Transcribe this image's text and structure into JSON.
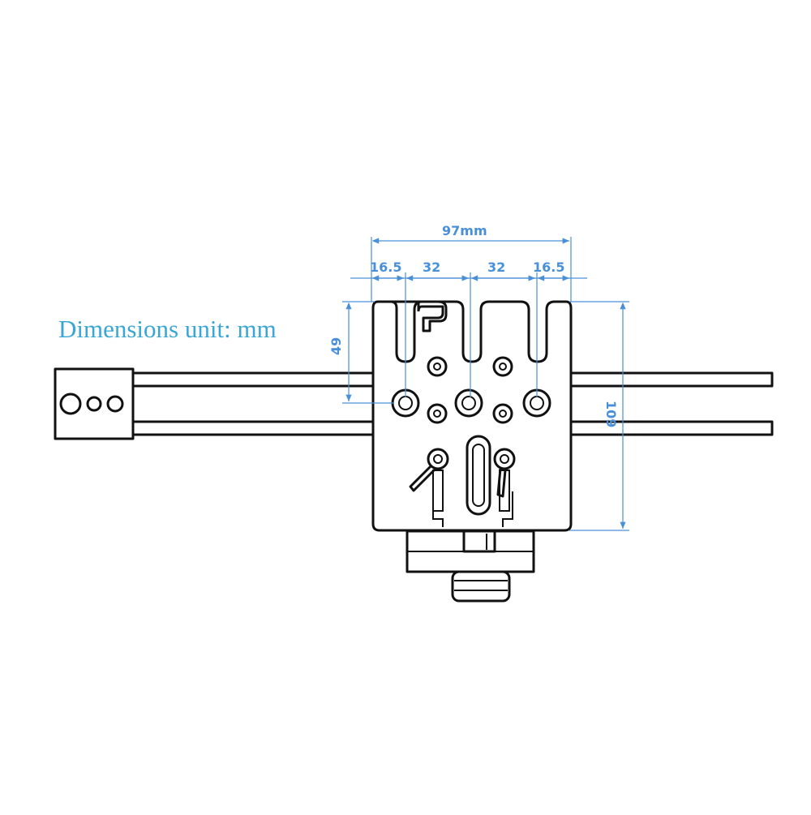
{
  "note": {
    "text": "Dimensions unit: mm"
  },
  "dimensions": {
    "total_width": "97mm",
    "spacing_left": "16.5",
    "spacing_mid_left": "32",
    "spacing_mid_right": "32",
    "spacing_right": "16.5",
    "slot_depth": "49",
    "plate_height": "109"
  },
  "colors": {
    "dimension": "#4a90d9",
    "note": "#3aa6d6",
    "outline": "#111111"
  }
}
